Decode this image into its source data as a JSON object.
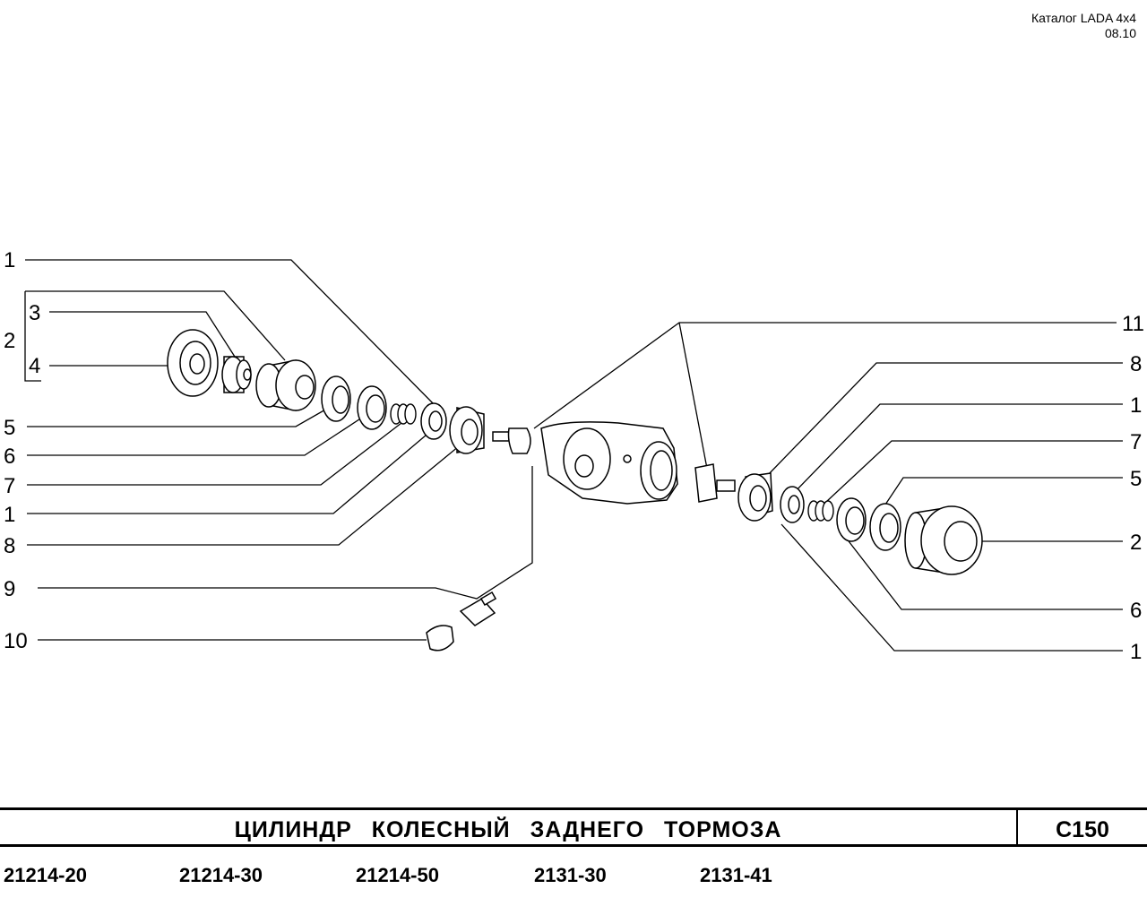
{
  "header": {
    "catalog": "Каталог  LADA  4x4",
    "date": "08.10"
  },
  "callouts": {
    "left": [
      "1",
      "2",
      "3",
      "4",
      "5",
      "6",
      "7",
      "1",
      "8",
      "9",
      "10"
    ],
    "right": [
      "11",
      "8",
      "1",
      "7",
      "5",
      "2",
      "6",
      "1"
    ]
  },
  "footer": {
    "title": "ЦИЛИНДР КОЛЕСНЫЙ ЗАДНЕГО ТОРМОЗА",
    "page_code": "C150",
    "models": [
      "21214-20",
      "21214-30",
      "21214-50",
      "2131-30",
      "2131-41"
    ]
  }
}
